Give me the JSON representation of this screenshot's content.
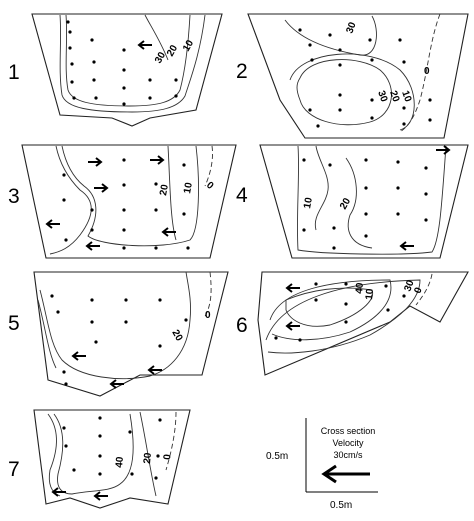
{
  "figure": {
    "panels": [
      {
        "number": "1",
        "contour_labels": [
          "10",
          "20",
          "30"
        ]
      },
      {
        "number": "2",
        "contour_labels": [
          "30",
          "30",
          "20",
          "10",
          "0"
        ]
      },
      {
        "number": "3",
        "contour_labels": [
          "20",
          "10",
          "0"
        ]
      },
      {
        "number": "4",
        "contour_labels": [
          "10",
          "20"
        ]
      },
      {
        "number": "5",
        "contour_labels": [
          "20",
          "0"
        ]
      },
      {
        "number": "6",
        "contour_labels": [
          "40",
          "10",
          "30",
          "0"
        ]
      },
      {
        "number": "7",
        "contour_labels": [
          "40",
          "20",
          "0"
        ]
      }
    ],
    "legend": {
      "line1": "Cross section",
      "line2": "Velocity",
      "line3": "30cm/s",
      "vertical_scale": "0.5m",
      "horizontal_scale": "0.5m"
    }
  }
}
